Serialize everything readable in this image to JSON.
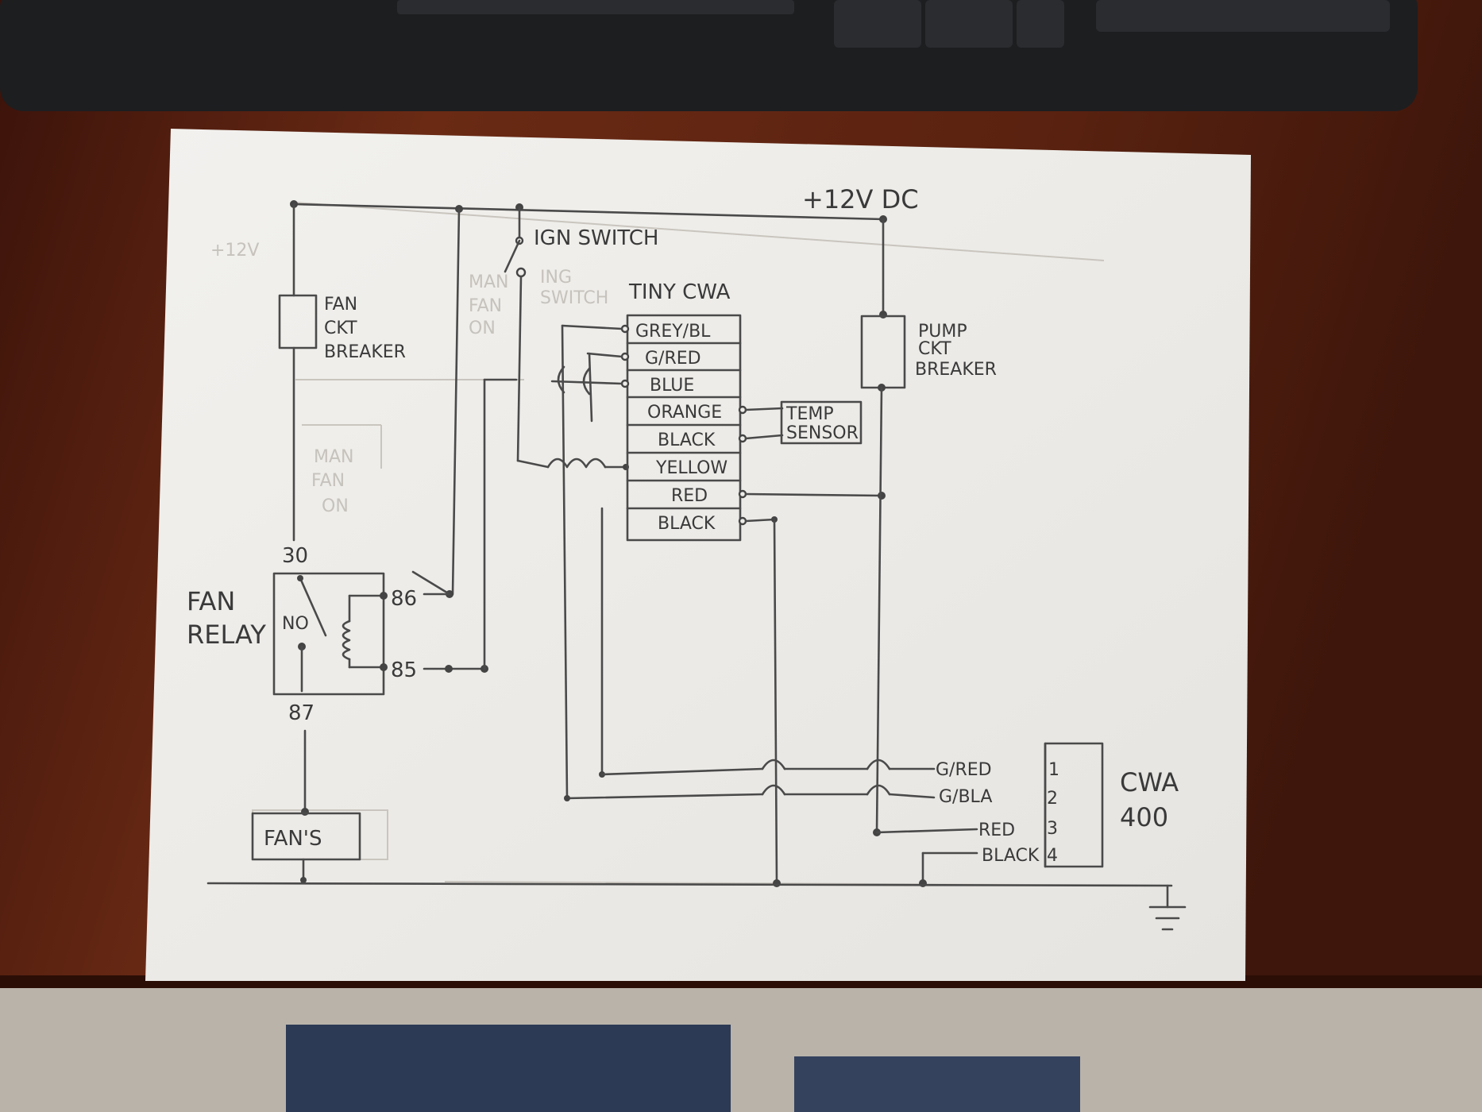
{
  "supply_label": "+12V DC",
  "ign_switch": "IGN SWITCH",
  "tiny_cwa": {
    "title": "TINY CWA",
    "pins": [
      "GREY/BL",
      "G/RED",
      "BLUE",
      "ORANGE",
      "BLACK",
      "YELLOW",
      "RED",
      "BLACK"
    ]
  },
  "temp_sensor": [
    "TEMP",
    "SENSOR"
  ],
  "fan_breaker": [
    "FAN",
    "CKT",
    "BREAKER"
  ],
  "pump_breaker": [
    "PUMP",
    "CKT",
    "BREAKER"
  ],
  "fan_relay": {
    "label": [
      "FAN",
      "RELAY"
    ],
    "no": "NO",
    "pins": {
      "p30": "30",
      "p86": "86",
      "p85": "85",
      "p87": "87"
    }
  },
  "fans": "FAN'S",
  "cwa400": {
    "title": [
      "CWA",
      "400"
    ],
    "wires": [
      "G/RED",
      "G/BLA",
      "RED",
      "BLACK"
    ],
    "pins": [
      "1",
      "2",
      "3",
      "4"
    ]
  },
  "erased": {
    "plus12v": "+12V",
    "man_fan_on": [
      "MAN",
      "FAN",
      "ON"
    ],
    "ing_switch": [
      "ING",
      "SWITCH"
    ]
  },
  "colors": {
    "paper": "#efede9",
    "desk": "#5a2412",
    "pencil": "#3a3a3a"
  }
}
